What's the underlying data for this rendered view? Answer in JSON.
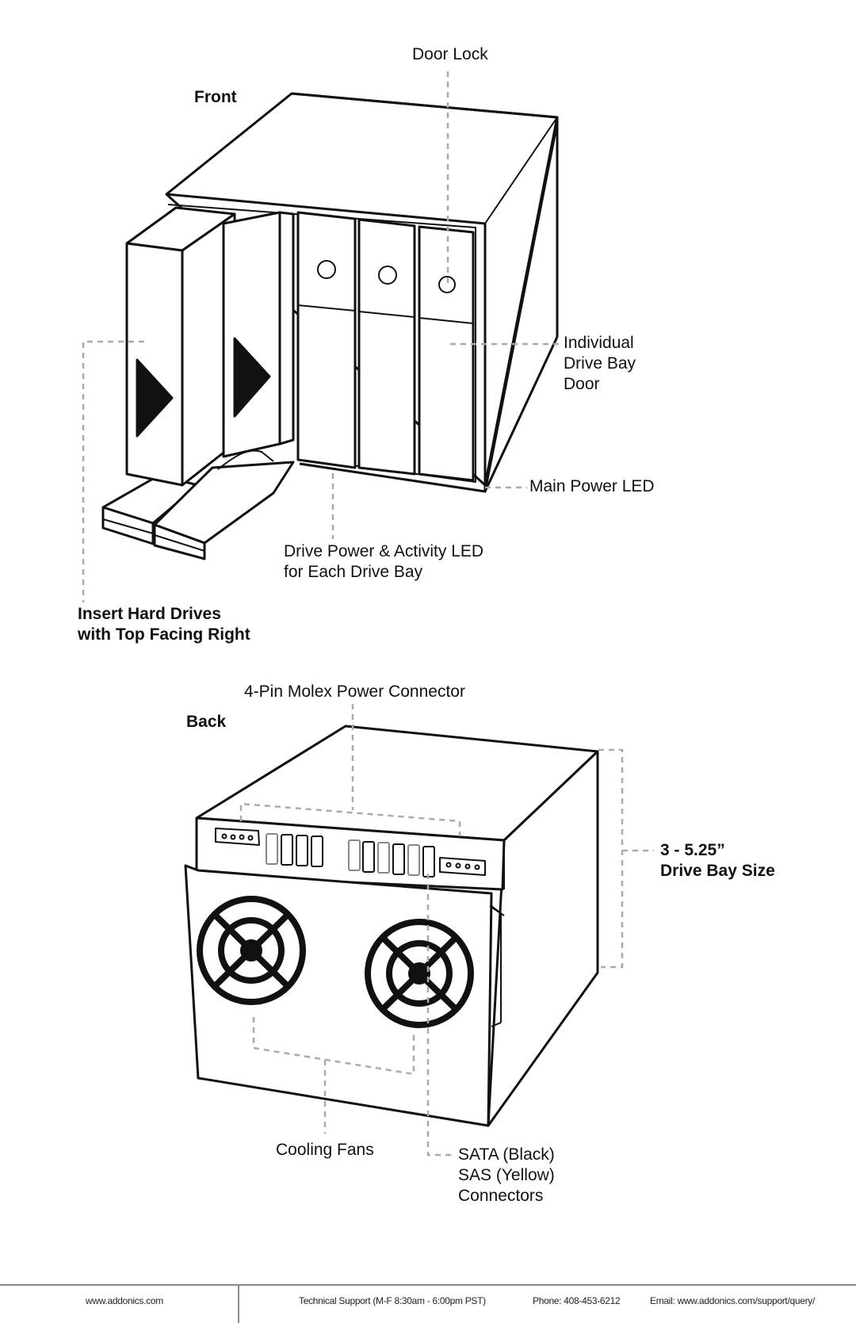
{
  "front": {
    "heading": "Front",
    "door_lock": "Door Lock",
    "bay_door": "Individual\nDrive Bay\nDoor",
    "main_led": "Main Power LED",
    "activity_led": "Drive Power & Activity LED\nfor Each Drive Bay",
    "insert": "Insert Hard Drives\nwith Top Facing Right"
  },
  "back": {
    "heading": "Back",
    "molex": "4-Pin Molex Power Connector",
    "bay_size": "3 - 5.25”\nDrive Bay Size",
    "fans": "Cooling Fans",
    "connectors": "SATA (Black)\nSAS (Yellow)\nConnectors"
  },
  "footer": {
    "website": "www.addonics.com",
    "support": "Technical Support (M-F 8:30am - 6:00pm PST)",
    "phone": "Phone: 408-453-6212",
    "email": "Email: www.addonics.com/support/query/"
  }
}
